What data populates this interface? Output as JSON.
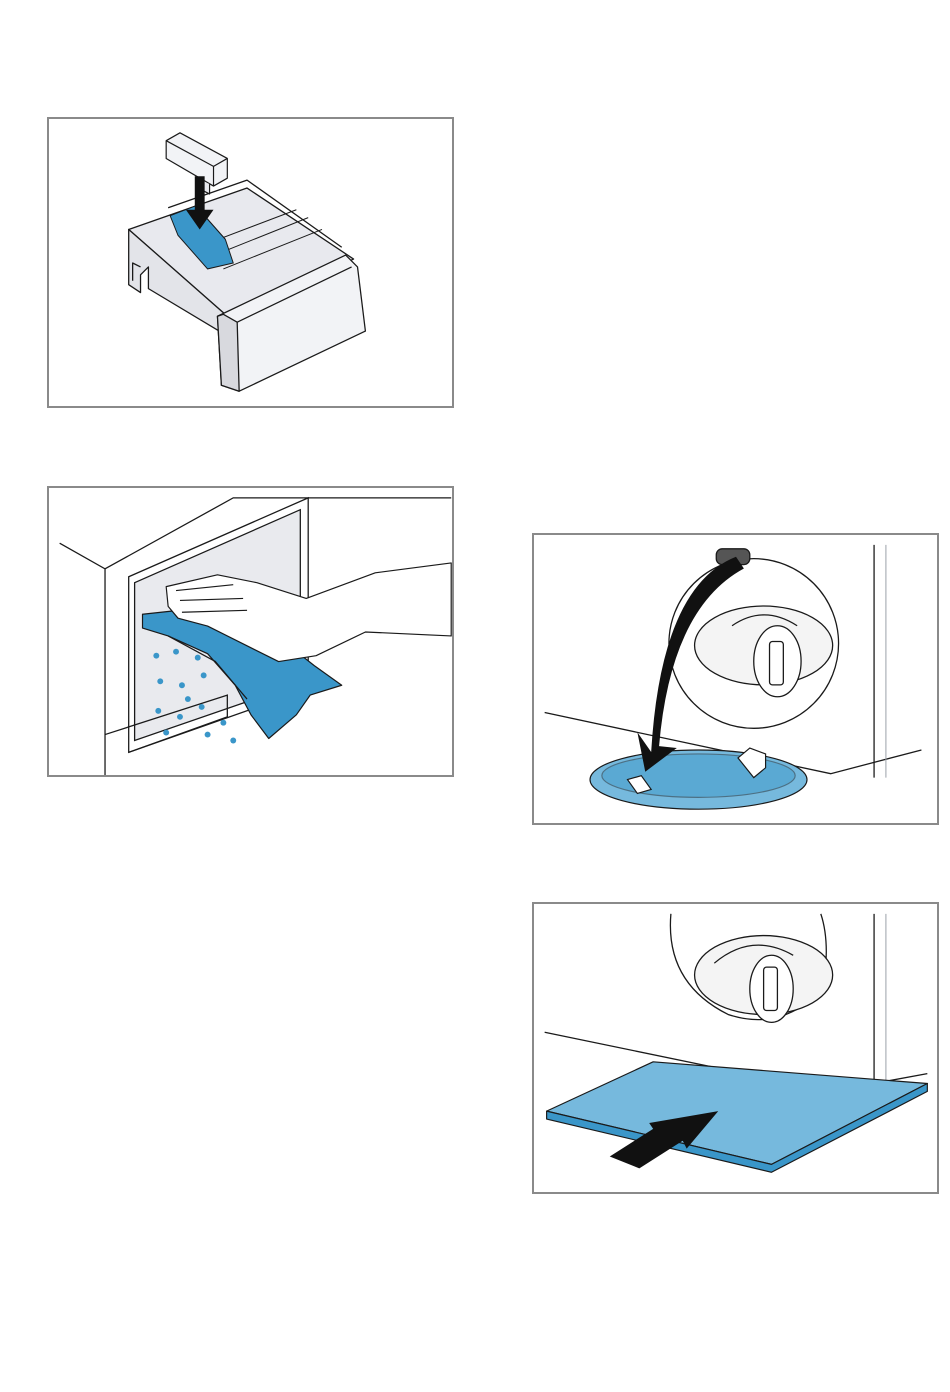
{
  "colors": {
    "accent_blue": "#3a96c9",
    "light_blue": "#76b9dd",
    "frame_gray": "#8a8a8a",
    "line": "#1a1a1a",
    "pale_gray": "#e9eaee"
  },
  "figures": [
    {
      "subject": "detergent-drawer-insert-press"
    },
    {
      "subject": "wipe-drawer-compartment-cloth"
    },
    {
      "subject": "refit-pump-cover-flap"
    },
    {
      "subject": "push-in-flat-tray"
    }
  ]
}
